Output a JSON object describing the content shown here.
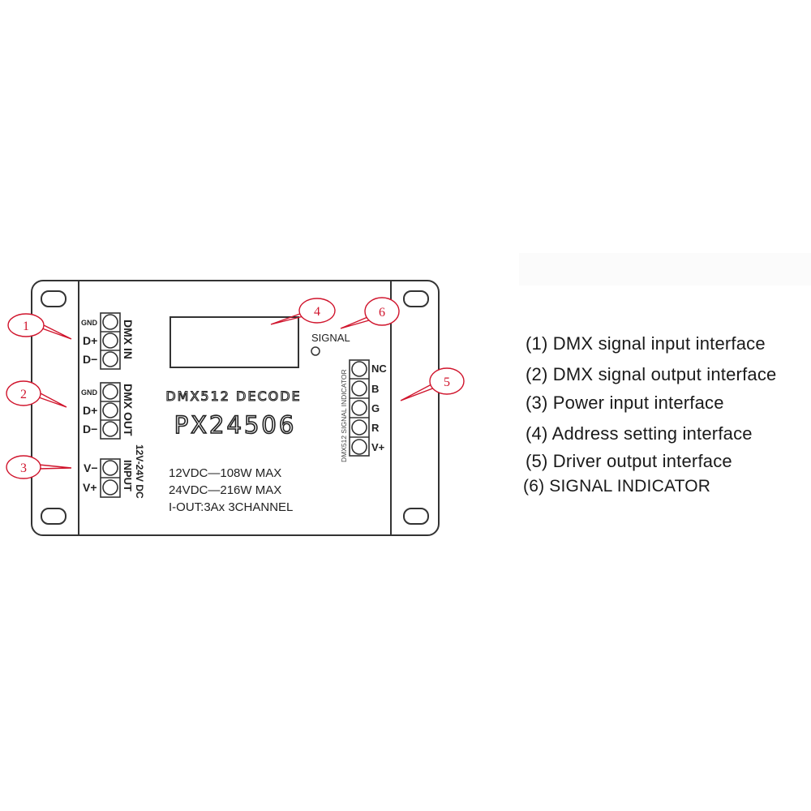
{
  "device": {
    "title_line": "DMX512 DECODE",
    "model": "PX24506",
    "specs": [
      "12VDC—108W MAX",
      "24VDC—216W MAX",
      "I-OUT:3Ax 3CHANNEL"
    ],
    "signal_label": "SIGNAL",
    "dmx_in": {
      "label": "DMX IN",
      "pins": [
        "GND",
        "D+",
        "D−"
      ]
    },
    "dmx_out": {
      "label": "DMX OUT",
      "pins": [
        "GND",
        "D+",
        "D−"
      ]
    },
    "power_in": {
      "label_1": "INPUT",
      "label_2": "12V-24V DC",
      "pins": [
        "V−",
        "V+"
      ]
    },
    "driver_out": {
      "label": "DMX512 SIGNAL INDICATOR",
      "pins": [
        "NC",
        "B",
        "G",
        "R",
        "V+"
      ]
    }
  },
  "callouts": [
    "1",
    "2",
    "3",
    "4",
    "5",
    "6"
  ],
  "legend": [
    "(1) DMX signal input interface",
    "(2) DMX signal output interface",
    "(3) Power input interface",
    "(4) Address setting interface",
    "(5) Driver output interface",
    "(6) SIGNAL INDICATOR"
  ],
  "colors": {
    "outline": "#333333",
    "callout": "#d0142c",
    "text": "#1a1a1a"
  }
}
